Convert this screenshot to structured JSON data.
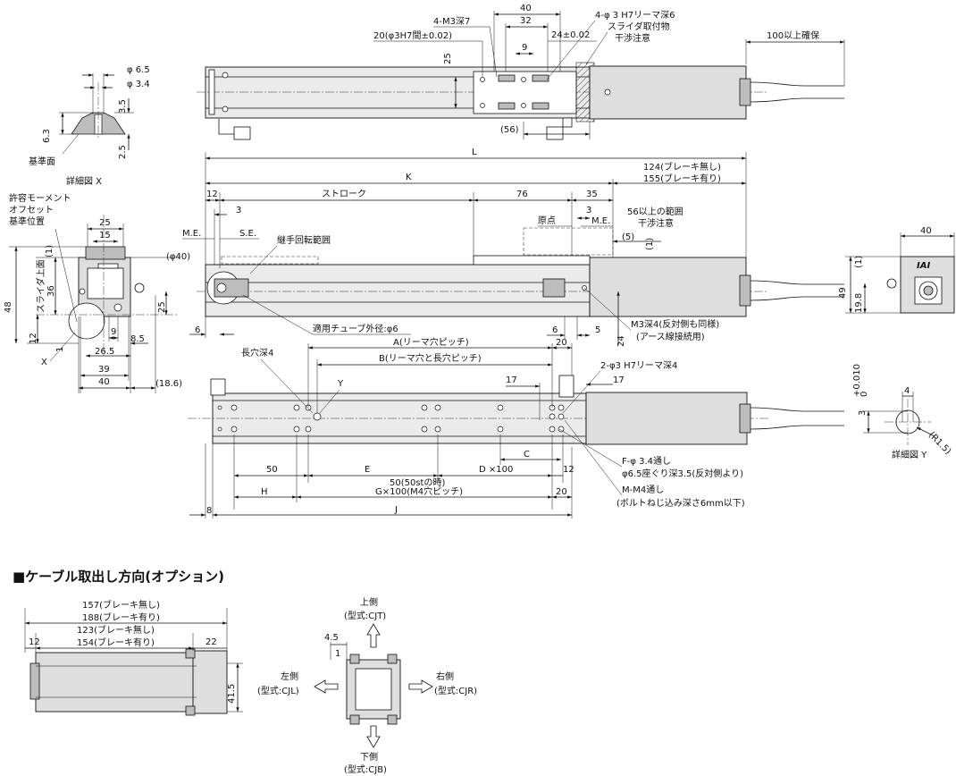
{
  "top_view": {
    "dims": [
      "40",
      "32",
      "9",
      "4-M3深7",
      "20(φ3H7間±0.02)",
      "24±0.02",
      "4-φ 3 H7リーマ深6",
      "スライダ取付物",
      "干渉注意",
      "100以上確保",
      "25",
      "(56)"
    ]
  },
  "detail_x": {
    "dims": [
      "φ 6.5",
      "φ 3.4",
      "3.5",
      "6.3",
      "2.5"
    ],
    "labels": [
      "基準面",
      "詳細図 X"
    ]
  },
  "front_view": {
    "dims": [
      "L",
      "K",
      "124(ブレーキ無し)",
      "155(ブレーキ有り)",
      "12",
      "ストローク",
      "76",
      "35",
      "3",
      "3",
      "M.E.",
      "S.E.",
      "M.E.",
      "原点",
      "56以上の範囲",
      "干渉注意",
      "(5)",
      "(1)",
      "(φ40)",
      "継手回転範囲",
      "6",
      "適用チューブ外径:φ6",
      "6",
      "5",
      "24",
      "M3深4(反対側も同様)",
      "(アース線接続用)"
    ]
  },
  "end_view_left": {
    "labels": [
      "許容モーメント",
      "オフセット",
      "基準位置",
      "X"
    ],
    "dims": [
      "25",
      "15",
      "(1)",
      "36",
      "48",
      "スライダ上面",
      "12",
      "1",
      "25",
      "9",
      "8.5",
      "26.5",
      "39",
      "40",
      "(18.6)"
    ]
  },
  "end_view_right": {
    "dims": [
      "40",
      "49",
      "19.8",
      "(1)"
    ],
    "logo": "IAI"
  },
  "bottom_view": {
    "dims": [
      "長穴深4",
      "A(リーマ穴ピッチ)",
      "20",
      "B(リーマ穴と長穴ピッチ)",
      "Y",
      "17",
      "2-φ3 H7リーマ深4",
      "17",
      "C",
      "50",
      "E",
      "D ×100",
      "12",
      "F-φ 3.4通し",
      "φ6.5座ぐり深3.5(反対側より)",
      "50(50stの時)",
      "H",
      "G×100(M4穴ピッチ)",
      "20",
      "M-M4通し",
      "(ボルトねじ込み深さ6mm以下)",
      "8",
      "J"
    ]
  },
  "detail_y": {
    "dims": [
      "3",
      "+0.010",
      "0",
      "4",
      "(R1.5)"
    ],
    "label": "詳細図 Y"
  },
  "cable_section": {
    "title": "■ケーブル取出し方向(オプション)",
    "side_dims": [
      "157(ブレーキ無し)",
      "188(ブレーキ有り)",
      "123(ブレーキ無し)",
      "154(ブレーキ有り)",
      "12",
      "22",
      "41.5"
    ],
    "dirs": {
      "top": [
        "上側",
        "(型式:CJT)"
      ],
      "left": [
        "左側",
        "(型式:CJL)"
      ],
      "right": [
        "右側",
        "(型式:CJR)"
      ],
      "bottom": [
        "下側",
        "(型式:CJB)"
      ]
    },
    "small_dims": [
      "4.5",
      "1"
    ]
  }
}
